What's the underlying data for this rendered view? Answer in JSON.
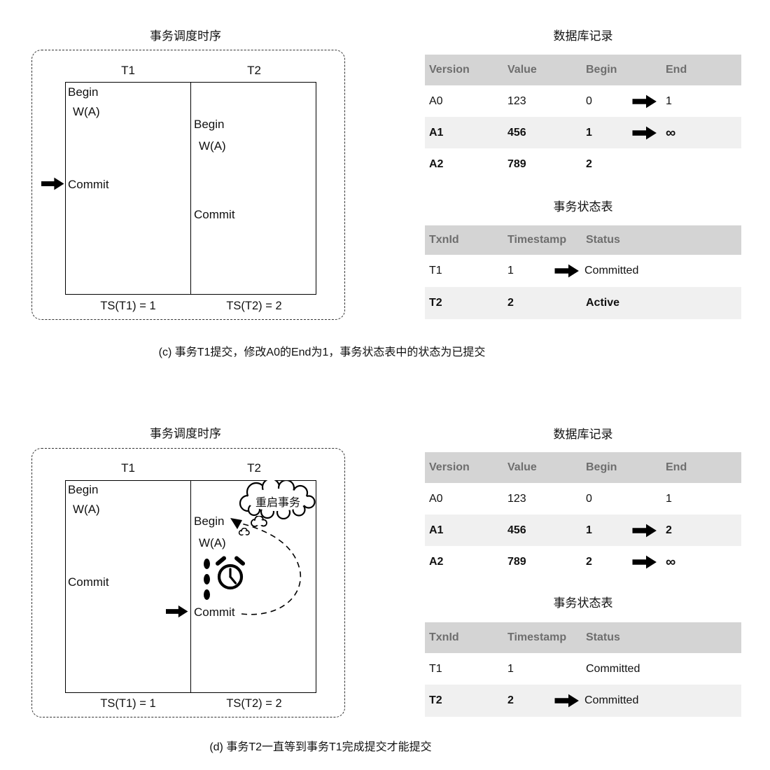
{
  "figure": {
    "panels": [
      {
        "label": "c",
        "caption": "(c) 事务T1提交，修改A0的End为1，事务状态表中的状态为已提交",
        "schedule": {
          "title": "事务调度时序",
          "t1_header": "T1",
          "t2_header": "T2",
          "t1": {
            "begin": "Begin",
            "write": "W(A)",
            "commit": "Commit"
          },
          "t2": {
            "begin": "Begin",
            "write": "W(A)",
            "commit": "Commit"
          },
          "ts1": "TS(T1) = 1",
          "ts2": "TS(T2) = 2"
        },
        "db_table": {
          "title": "数据库记录",
          "headers": [
            "Version",
            "Value",
            "Begin",
            "End"
          ],
          "rows": [
            {
              "version": "A0",
              "value": "123",
              "begin": "0",
              "end": "1",
              "arrow": true,
              "bold": false,
              "shaded": false
            },
            {
              "version": "A1",
              "value": "456",
              "begin": "1",
              "end": "∞",
              "arrow": true,
              "bold": true,
              "shaded": true
            },
            {
              "version": "A2",
              "value": "789",
              "begin": "2",
              "end": "",
              "arrow": false,
              "bold": true,
              "shaded": false
            }
          ]
        },
        "status_table": {
          "title": "事务状态表",
          "headers": [
            "TxnId",
            "Timestamp",
            "Status"
          ],
          "rows": [
            {
              "txn_id": "T1",
              "timestamp": "1",
              "status": "Committed",
              "arrow": true,
              "bold": false,
              "shaded": false
            },
            {
              "txn_id": "T2",
              "timestamp": "2",
              "status": "Active",
              "arrow": false,
              "bold": true,
              "shaded": true
            }
          ]
        }
      },
      {
        "label": "d",
        "caption": "(d) 事务T2一直等到事务T1完成提交才能提交",
        "schedule": {
          "title": "事务调度时序",
          "t1_header": "T1",
          "t2_header": "T2",
          "t1": {
            "begin": "Begin",
            "write": "W(A)",
            "commit": "Commit"
          },
          "t2": {
            "begin": "Begin",
            "write": "W(A)",
            "commit": "Commit"
          },
          "cloud_label": "重启事务",
          "ts1": "TS(T1) = 1",
          "ts2": "TS(T2) = 2"
        },
        "db_table": {
          "title": "数据库记录",
          "headers": [
            "Version",
            "Value",
            "Begin",
            "End"
          ],
          "rows": [
            {
              "version": "A0",
              "value": "123",
              "begin": "0",
              "end": "1",
              "arrow": false,
              "bold": false,
              "shaded": false
            },
            {
              "version": "A1",
              "value": "456",
              "begin": "1",
              "end": "2",
              "arrow": true,
              "bold": true,
              "shaded": true
            },
            {
              "version": "A2",
              "value": "789",
              "begin": "2",
              "end": "∞",
              "arrow": true,
              "bold": true,
              "shaded": false
            }
          ]
        },
        "status_table": {
          "title": "事务状态表",
          "headers": [
            "TxnId",
            "Timestamp",
            "Status"
          ],
          "rows": [
            {
              "txn_id": "T1",
              "timestamp": "1",
              "status": "Committed",
              "arrow": false,
              "bold": false,
              "shaded": false
            },
            {
              "txn_id": "T2",
              "timestamp": "2",
              "status": "Committed",
              "arrow": true,
              "bold": true,
              "shaded": true
            }
          ]
        }
      }
    ]
  },
  "colors": {
    "table_header_bg": "#d4d4d4",
    "table_header_text": "#6e6e6e",
    "row_alt_bg": "#f0f0f0",
    "ink": "#111111"
  }
}
